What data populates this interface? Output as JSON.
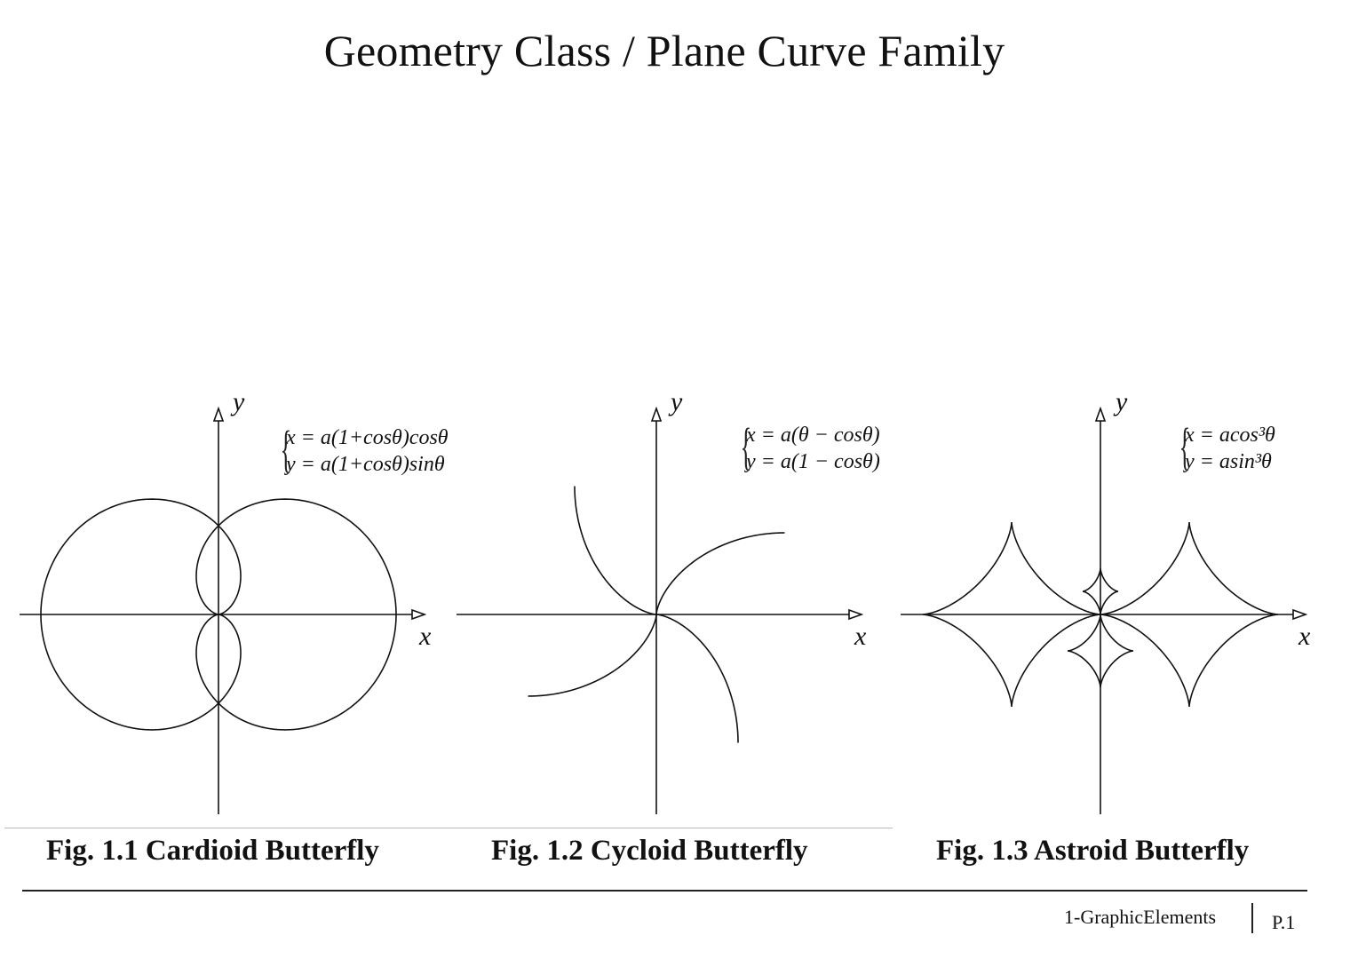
{
  "header": {
    "title": "Geometry Class / Plane Curve Family"
  },
  "figures": [
    {
      "id": "cardioid",
      "caption": "Fig. 1.1 Cardioid Butterfly",
      "x_label": "x",
      "y_label": "y",
      "equation_x": "x = a(1+cosθ)cosθ",
      "equation_y": "y = a(1+cosθ)sinθ"
    },
    {
      "id": "cycloid",
      "caption": "Fig. 1.2 Cycloid Butterfly",
      "x_label": "x",
      "y_label": "y",
      "equation_x": "x = a(θ − cosθ)",
      "equation_y": "y = a(1 − cosθ)"
    },
    {
      "id": "astroid",
      "caption": "Fig. 1.3 Astroid Butterfly",
      "x_label": "x",
      "y_label": "y",
      "equation_x": "x = acos³θ",
      "equation_y": "y = asin³θ"
    }
  ],
  "footer": {
    "section": "1-GraphicElements",
    "page": "P.1"
  },
  "colors": {
    "ink": "#111111",
    "rule": "#222222"
  }
}
